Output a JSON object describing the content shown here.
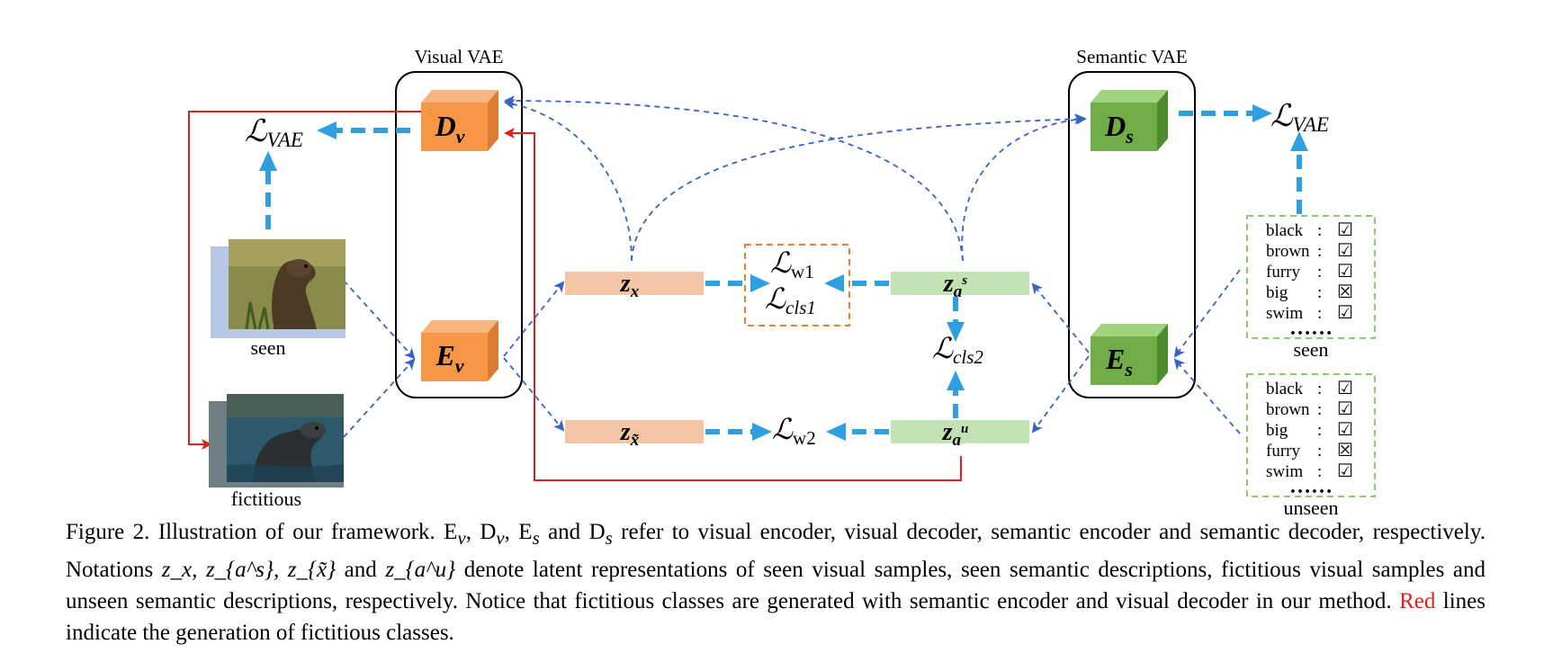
{
  "colors": {
    "encoder": "#f79646",
    "sem_box": "#70ad47",
    "latent_x": "#f4c6a6",
    "latent_a": "#c3e2b3",
    "blue": "#2f9fe0",
    "dashed_blue": "#3a62c7",
    "red": "#e0201b",
    "loss_box": "#ef7c2a",
    "attr_box": "#8dc96b"
  },
  "labels": {
    "visual_vae": "Visual VAE",
    "semantic_vae": "Semantic VAE",
    "dv": "D",
    "dv_sub": "v",
    "ev": "E",
    "ev_sub": "v",
    "ds": "D",
    "ds_sub": "s",
    "es": "E",
    "es_sub": "s",
    "loss_vae_left": "VAE",
    "loss_vae_right": "VAE",
    "loss_w1": "w1",
    "loss_cls1": "cls1",
    "loss_cls2": "cls2",
    "loss_w2": "w2",
    "script_l": "ℒ",
    "zx": "z",
    "zx_sub": "x",
    "zxt": "z",
    "zxt_sub": "x̃",
    "zas": "z",
    "zas_sub": "a",
    "zas_sup": "s",
    "zau": "z",
    "zau_sub": "a",
    "zau_sup": "u",
    "seen": "seen",
    "fictitious": "fictitious",
    "seen_attr_label": "seen",
    "unseen_attr_label": "unseen"
  },
  "seen_attributes": [
    {
      "name": "black",
      "sep": ":",
      "mark": "☑"
    },
    {
      "name": "brown",
      "sep": ":",
      "mark": "☑"
    },
    {
      "name": "furry",
      "sep": ":",
      "mark": "☑"
    },
    {
      "name": "big",
      "sep": ":",
      "mark": "☒"
    },
    {
      "name": "swim",
      "sep": ":",
      "mark": "☑"
    }
  ],
  "unseen_attributes": [
    {
      "name": "black",
      "sep": ":",
      "mark": "☑"
    },
    {
      "name": "brown",
      "sep": ":",
      "mark": "☑"
    },
    {
      "name": "big",
      "sep": ":",
      "mark": "☑"
    },
    {
      "name": "furry",
      "sep": ":",
      "mark": "☒"
    },
    {
      "name": "swim",
      "sep": ":",
      "mark": "☑"
    }
  ],
  "ellipsis": "……",
  "caption": {
    "p1": "Figure 2.  Illustration of our framework.  E",
    "p1_ev": "v",
    "p2": ", D",
    "p2_dv": "v",
    "p3": ", E",
    "p3_es": "s",
    "p4": " and D",
    "p4_ds": "s",
    "p5": " refer to visual encoder, visual decoder, semantic encoder and semantic decoder, respectively.  Notations ",
    "notations": "z_x, z_{a^s}, z_{x̃}",
    "p6": " and ",
    "notation_last": "z_{a^u}",
    "p7": " denote latent representations of seen visual samples, seen semantic descriptions, fictitious visual samples and unseen semantic descriptions, respectively. Notice that fictitious classes are generated with semantic encoder and visual decoder in our method. ",
    "red_word": "Red",
    "p8": " lines indicate the generation of fictitious classes."
  }
}
